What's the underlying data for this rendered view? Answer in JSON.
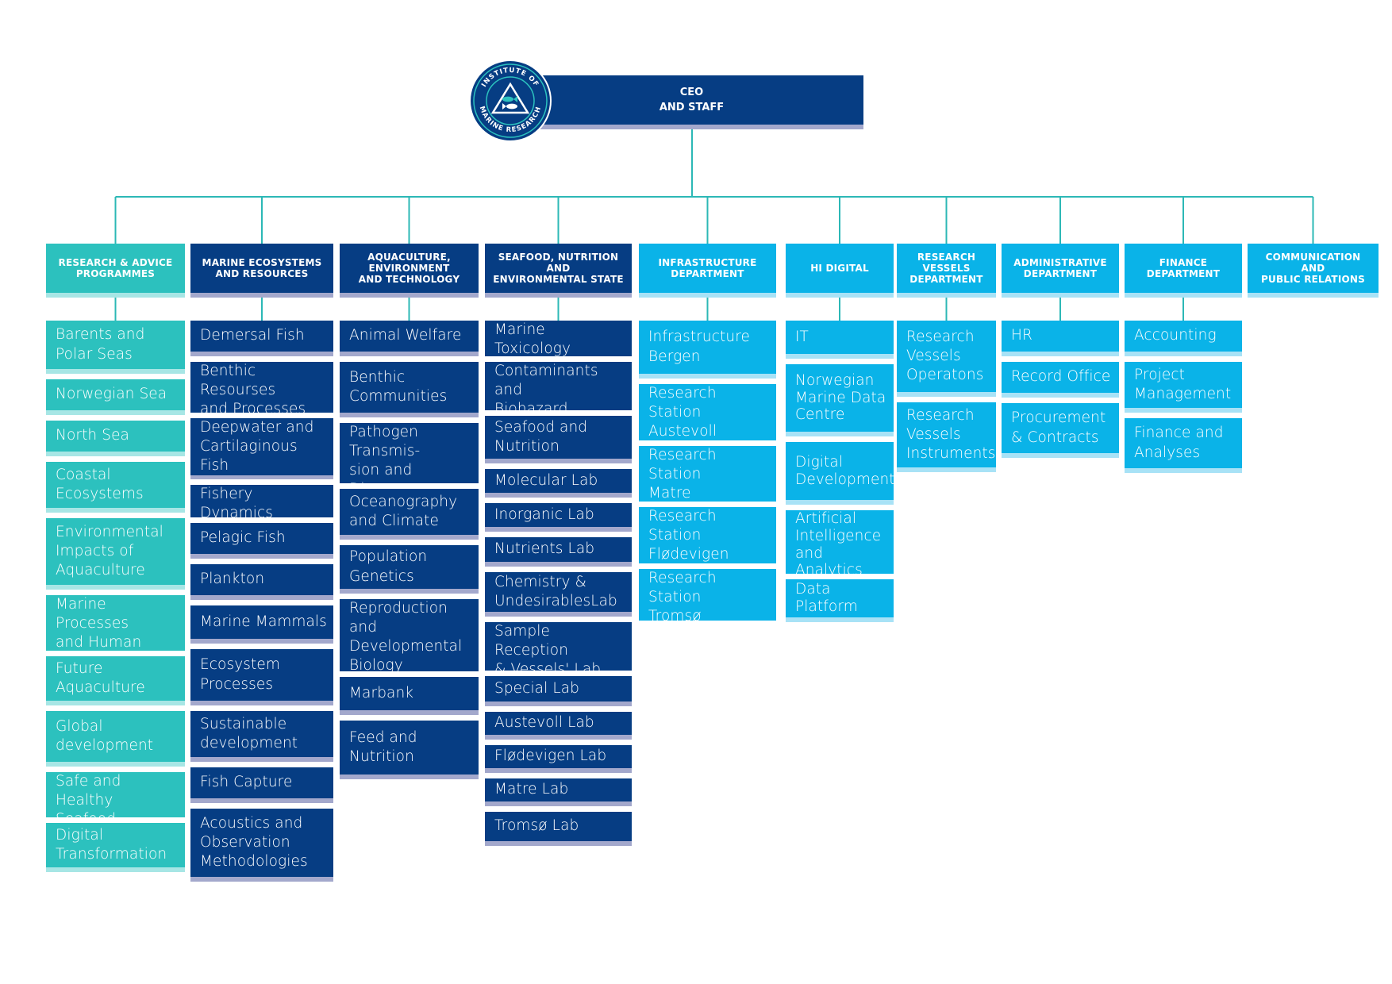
{
  "logo": {
    "ring_text_top": "INSTITUTE OF",
    "ring_text_bottom": "MARINE RESEARCH",
    "icon": "pyramid-fish-icon"
  },
  "ceo": {
    "line1": "CEO",
    "line2": "AND STAFF"
  },
  "colors": {
    "teal": "#2cc1be",
    "navy": "#063d83",
    "sky": "#0ab3e8",
    "connector": "#2cb8b6",
    "bar_teal": "#a7e6e5",
    "bar_navy": "#a3a8cc",
    "bar_sky": "#a8e2f6"
  },
  "columns": [
    {
      "header": "RESEARCH & ADVICE\nPROGRAMMES",
      "color": "teal",
      "items": [
        "Barents and\nPolar Seas",
        "Norwegian Sea",
        "North Sea",
        "Coastal\nEcosystems",
        "Environmental\nImpacts of\nAquaculture",
        "Marine Processes\nand Human Impact",
        "Future\nAquaculture",
        "Global\ndevelopment",
        "Safe and Healthy\nSeafood",
        "Digital\nTransformation"
      ]
    },
    {
      "header": "MARINE ECOSYSTEMS\nAND RESOURCES",
      "color": "navy",
      "items": [
        "Demersal Fish",
        "Benthic Resourses\nand Processes",
        "Deepwater and\nCartilaginous Fish",
        "Fishery Dynamics",
        "Pelagic Fish",
        "Plankton",
        "Marine Mammals",
        "Ecosystem\nProcesses",
        "Sustainable\ndevelopment",
        "Fish Capture",
        "Acoustics and\nObservation\nMethodologies"
      ]
    },
    {
      "header": "AQUACULTURE, ENVIRONMENT\nAND TECHNOLOGY",
      "color": "navy",
      "items": [
        "Animal Welfare",
        "Benthic\nCommunities",
        "Pathogen Transmis-\nsion and Disease",
        "Oceanography\nand Climate",
        "Population\nGenetics",
        "Reproduction and\nDevelopmental\nBiology",
        "Marbank",
        "Feed and\nNutrition"
      ]
    },
    {
      "header": "SEAFOOD, NUTRITION AND\nENVIRONMENTAL STATE",
      "color": "navy",
      "items": [
        "Marine Toxicology",
        "Contaminants and\nBiohazard",
        "Seafood and\nNutrition",
        "Molecular Lab",
        "Inorganic Lab",
        "Nutrients Lab",
        "Chemistry &\nUndesirablesLab",
        "Sample Reception\n& Vessels' Lab",
        "Special Lab",
        "Austevoll Lab",
        "Flødevigen Lab",
        "Matre Lab",
        "Tromsø Lab"
      ]
    },
    {
      "header": "INFRASTRUCTURE\nDEPARTMENT",
      "color": "sky",
      "items": [
        "Infrastructure\nBergen",
        "Research Station\nAustevoll",
        "Research Station\nMatre",
        "Research Station\nFlødevigen",
        "Research Station\nTromsø"
      ]
    },
    {
      "header": "HI DIGITAL",
      "color": "sky",
      "items": [
        "IT",
        "Norwegian\nMarine Data\nCentre",
        "Digital\nDevelopment",
        "Artificial\nIntelligence\nand Analytics",
        "Data Platform"
      ]
    },
    {
      "header": "RESEARCH\nVESSELS\nDEPARTMENT",
      "color": "sky",
      "items": [
        "Research\nVessels\nOperatons",
        "Research\nVessels\nInstruments"
      ]
    },
    {
      "header": "ADMINISTRATIVE\nDEPARTMENT",
      "color": "sky",
      "items": [
        "HR",
        "Record Office",
        "Procurement\n& Contracts"
      ]
    },
    {
      "header": "FINANCE\nDEPARTMENT",
      "color": "sky",
      "items": [
        "Accounting",
        "Project\nManagement",
        "Finance and\nAnalyses"
      ]
    },
    {
      "header": "COMMUNICATION AND\nPUBLIC RELATIONS",
      "color": "sky",
      "items": []
    }
  ]
}
